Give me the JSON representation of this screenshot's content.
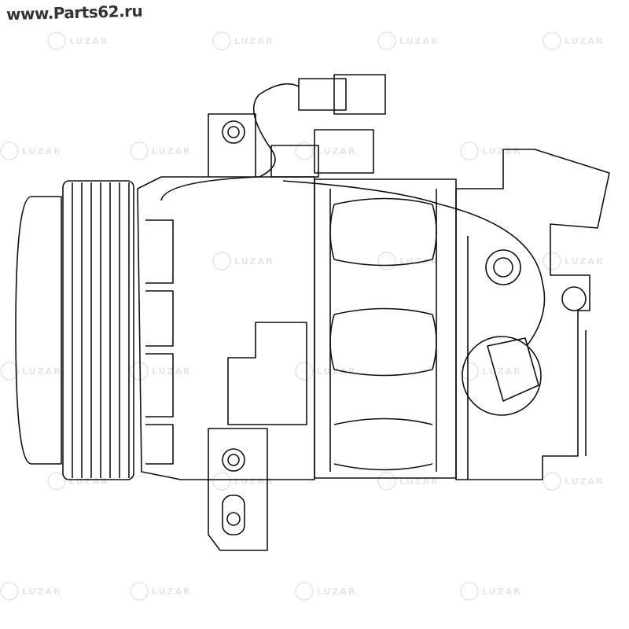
{
  "site_url": "www.Parts62.ru",
  "watermark": "LUZAR",
  "drawing": {
    "subject": "air-conditioning-compressor",
    "line_color": "#111111"
  }
}
